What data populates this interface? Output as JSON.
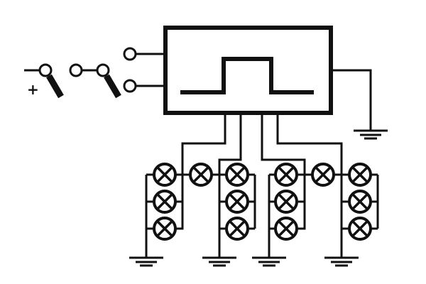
{
  "diagram": {
    "polarity_label": "+",
    "colors": {
      "line": "#111111",
      "background": "#ffffff"
    },
    "components": {
      "switches": 2,
      "pulse_generator": "square-pulse-block",
      "lamp_groups": 4,
      "lamps_per_group": 3,
      "series_lamps": 2,
      "grounds": 5
    }
  }
}
